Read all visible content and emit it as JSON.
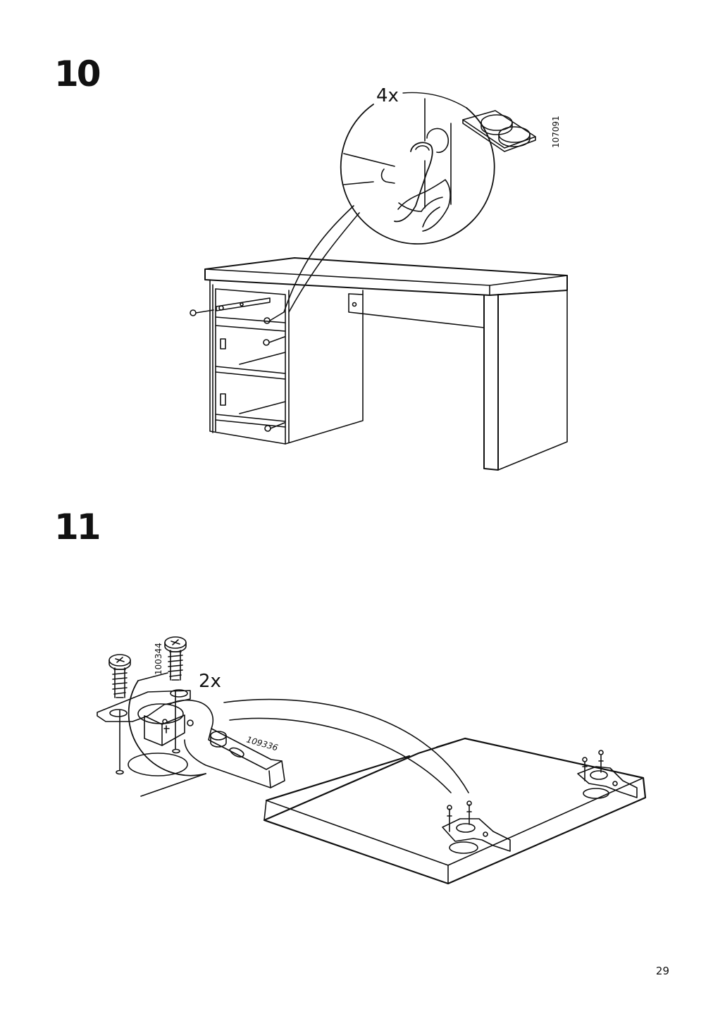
{
  "page": {
    "number": "29"
  },
  "step10": {
    "number": "10",
    "quantity": "4x",
    "part_number": "107091"
  },
  "step11": {
    "number": "11",
    "quantity": "2x",
    "screw_part_number": "100344",
    "hinge_part_number": "109336"
  }
}
